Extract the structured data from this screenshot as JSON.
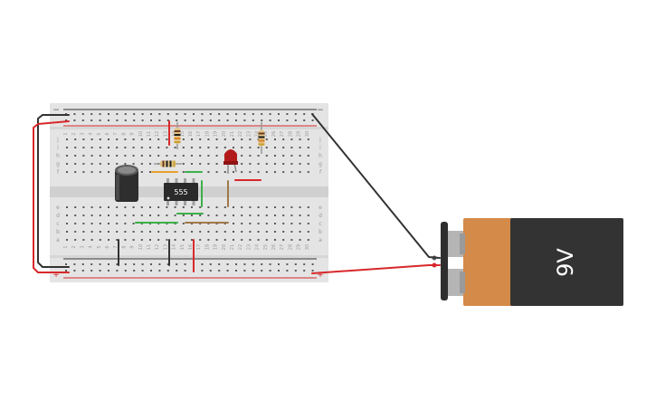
{
  "colors": {
    "board": "#e4e4e4",
    "rail_red": "#d42a2a",
    "rail_blue": "#333333",
    "wire_red": "#d8282a",
    "wire_black": "#333333",
    "wire_green": "#3cb04a",
    "wire_orange": "#e8a030",
    "wire_brown": "#a07848",
    "battery_copper": "#d48a48",
    "battery_black": "#333333"
  },
  "breadboard": {
    "columns": 30,
    "row_letters_top": [
      "j",
      "i",
      "h",
      "g",
      "f"
    ],
    "row_letters_bottom": [
      "e",
      "d",
      "c",
      "b",
      "a"
    ],
    "rail_minus_label": "−",
    "rail_plus_label": "+"
  },
  "chip": {
    "label": "555"
  },
  "battery": {
    "label": "9V"
  },
  "components": [
    {
      "name": "electrolytic-capacitor"
    },
    {
      "name": "timer-ic-555"
    },
    {
      "name": "red-led"
    },
    {
      "name": "resistor-1"
    },
    {
      "name": "resistor-2"
    },
    {
      "name": "resistor-3"
    },
    {
      "name": "battery-9v"
    }
  ]
}
